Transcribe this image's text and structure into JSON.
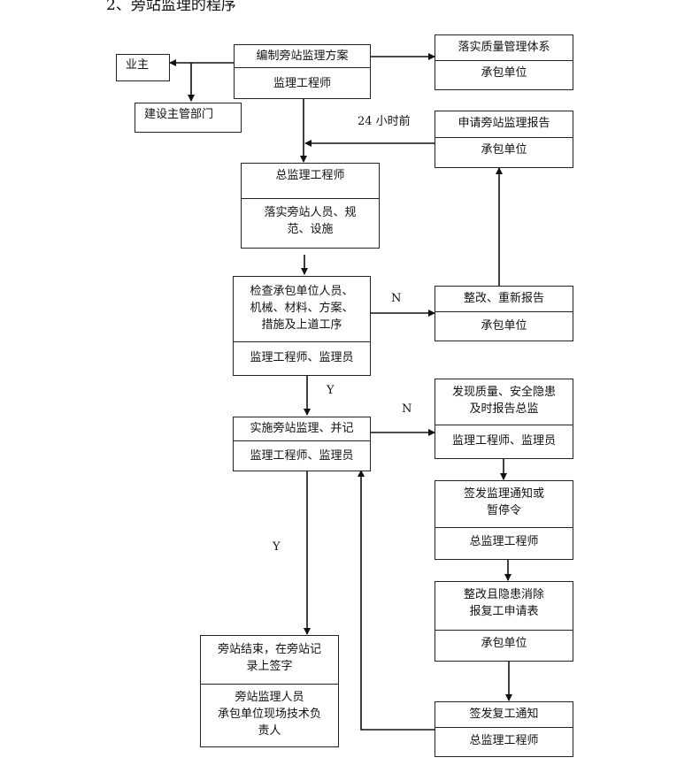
{
  "heading": "2、旁站监理的程序",
  "boxes": {
    "plan": {
      "top": "编制旁站监理方案",
      "bottom": "监理工程师"
    },
    "quality_system": {
      "top": "落实质量管理体系",
      "bottom": "承包单位"
    },
    "owner": "业主",
    "authority": "建设主管部门",
    "apply_report": {
      "top": "申请旁站监理报告",
      "bottom": "承包单位"
    },
    "chief": {
      "top": "总监理工程师",
      "bottom": [
        "落实旁站人员、规",
        "范、设施"
      ]
    },
    "check": {
      "top": [
        "检查承包单位人员、",
        "机械、材料、方案、",
        "措施及上道工序"
      ],
      "bottom": "监理工程师、监理员"
    },
    "rectify_report": {
      "top": "整改、重新报告",
      "bottom": "承包单位"
    },
    "implement": {
      "top": "实施旁站监理、并记",
      "bottom": "监理工程师、监理员"
    },
    "found_hazard": {
      "top": [
        "发现质量、安全隐患",
        "及时报告总监"
      ],
      "bottom": "监理工程师、监理员"
    },
    "issue_notice": {
      "top": [
        "签发监理通知或",
        "暂停令"
      ],
      "bottom": "总监理工程师"
    },
    "rectified": {
      "top": [
        "整改且隐患消除",
        "报复工申请表"
      ],
      "bottom": "承包单位"
    },
    "end": {
      "top": [
        "旁站结束，在旁站记",
        "录上签字"
      ],
      "bottom": [
        "旁站监理人员",
        "承包单位现场技术负",
        "责人"
      ]
    },
    "resume": {
      "top": "签发复工通知",
      "bottom": "总监理工程师"
    }
  },
  "labels": {
    "hours_before": "24 小时前",
    "n1": "N",
    "y1": "Y",
    "n2": "N",
    "y2": "Y"
  }
}
